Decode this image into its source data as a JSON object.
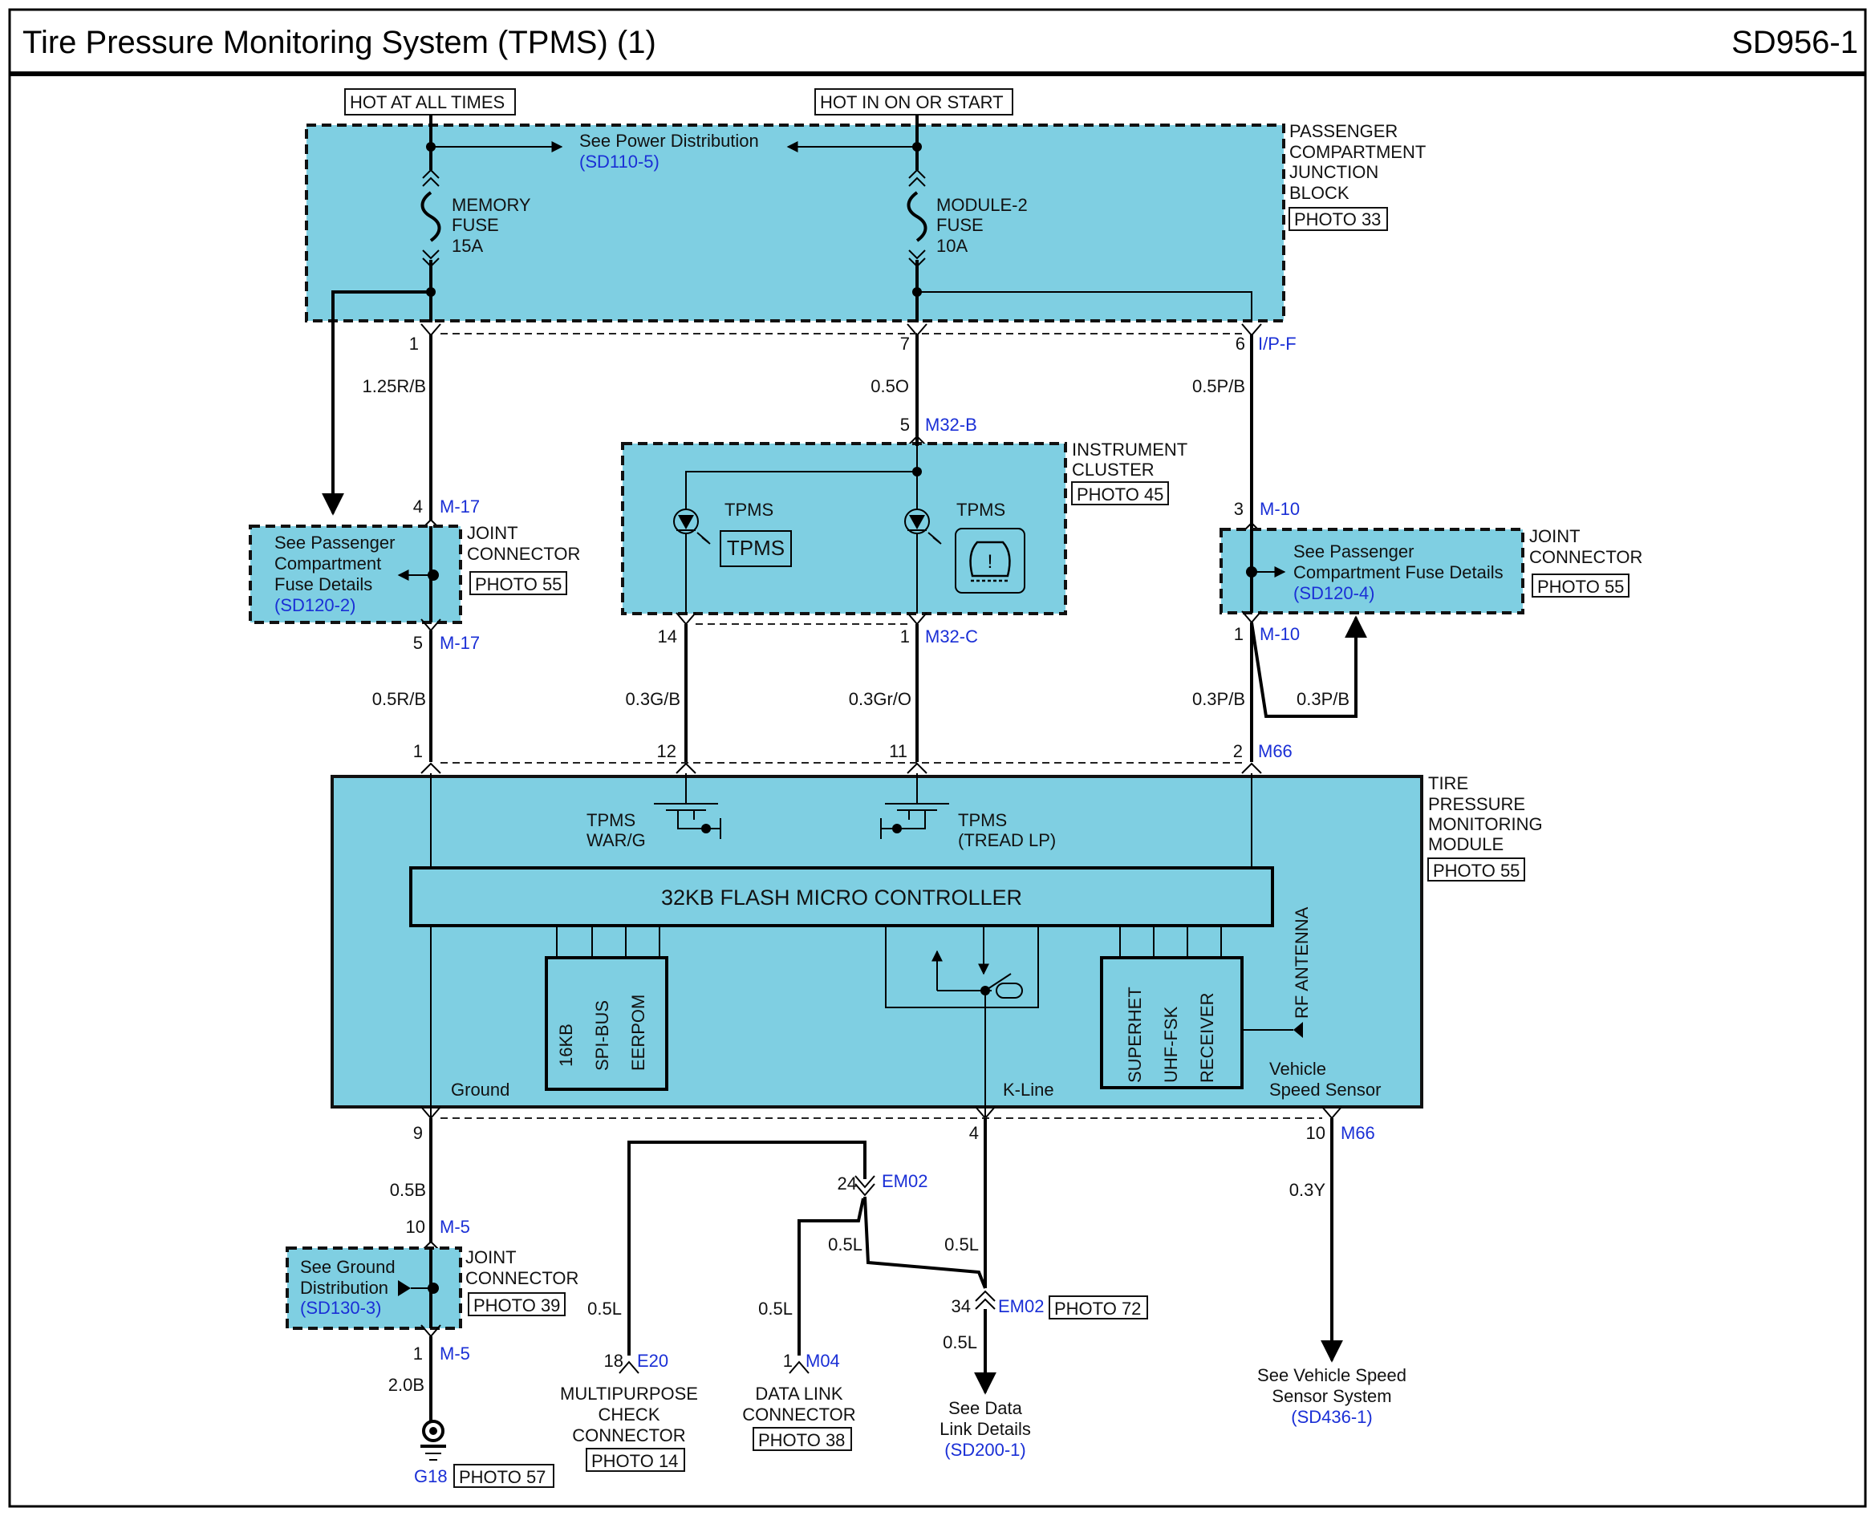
{
  "header": {
    "title": "Tire Pressure Monitoring System (TPMS) (1)",
    "code": "SD956-1"
  },
  "power": {
    "hot_always": "HOT AT ALL TIMES",
    "hot_on": "HOT IN ON OR START",
    "see_power": "See Power Distribution",
    "see_power_ref": "(SD110-5)"
  },
  "jb": {
    "l1": "PASSENGER",
    "l2": "COMPARTMENT",
    "l3": "JUNCTION",
    "l4": "BLOCK",
    "photo": "PHOTO 33"
  },
  "fuse_mem": {
    "l1": "MEMORY",
    "l2": "FUSE",
    "l3": "15A"
  },
  "fuse_mod": {
    "l1": "MODULE-2",
    "l2": "FUSE",
    "l3": "10A"
  },
  "pins": {
    "p1": "1",
    "p7": "7",
    "p6": "6",
    "ipf": "I/P-F",
    "p5a": "5",
    "m32b": "M32-B",
    "p4": "4",
    "m17a": "M-17",
    "p3": "3",
    "m10a": "M-10",
    "p5b": "5",
    "m17b": "M-17",
    "p14": "14",
    "p1b": "1",
    "m32c": "M32-C",
    "p1c": "1",
    "m10b": "M-10",
    "pm1": "1",
    "pm12": "12",
    "pm11": "11",
    "pm2": "2",
    "m66a": "M66",
    "p9": "9",
    "p4b": "4",
    "p10": "10",
    "m66b": "M66",
    "p10b": "10",
    "m5a": "M-5",
    "p1d": "1",
    "m5b": "M-5",
    "p24": "24",
    "em02a": "EM02",
    "p34": "34",
    "em02b": "EM02",
    "p18": "18",
    "e20": "E20",
    "p1e": "1",
    "m04": "M04",
    "g18": "G18"
  },
  "wires": {
    "w1": "1.25R/B",
    "w2": "0.5O",
    "w3": "0.5P/B",
    "w4": "0.5R/B",
    "w5": "0.3G/B",
    "w6": "0.3Gr/O",
    "w7": "0.3P/B",
    "w8": "0.3P/B",
    "w9": "0.5B",
    "w10": "2.0B",
    "w11": "0.3Y",
    "w12": "0.5L",
    "w13": "0.5L",
    "w14": "0.5L",
    "w15": "0.5L",
    "w16": "0.5L"
  },
  "jc_left": {
    "l1": "See Passenger",
    "l2": "Compartment",
    "l3": "Fuse Details",
    "ref": "(SD120-2)",
    "j1": "JOINT",
    "j2": "CONNECTOR",
    "photo": "PHOTO 55"
  },
  "cluster": {
    "l1": "INSTRUMENT",
    "l2": "CLUSTER",
    "photo": "PHOTO 45",
    "tpms1": "TPMS",
    "tpms_box": "TPMS",
    "tpms2": "TPMS",
    "icon": "!"
  },
  "jc_right": {
    "l1": "See Passenger",
    "l2": "Compartment Fuse Details",
    "ref": "(SD120-4)",
    "j1": "JOINT",
    "j2": "CONNECTOR",
    "photo": "PHOTO 55"
  },
  "module": {
    "l1": "TIRE",
    "l2": "PRESSURE",
    "l3": "MONITORING",
    "l4": "MODULE",
    "photo": "PHOTO 55",
    "war1": "TPMS",
    "war2": "WAR/G",
    "tread1": "TPMS",
    "tread2": "(TREAD LP)",
    "mcu": "32KB FLASH MICRO CONTROLLER",
    "mem1": "16KB",
    "mem2": "SPI-BUS",
    "mem3": "EERPOM",
    "rf1": "SUPERHET",
    "rf2": "UHF-FSK",
    "rf3": "RECEIVER",
    "antenna": "RF ANTENNA",
    "ground": "Ground",
    "kline": "K-Line",
    "vss1": "Vehicle",
    "vss2": "Speed Sensor"
  },
  "jc_ground": {
    "l1": "See Ground",
    "l2": "Distribution",
    "ref": "(SD130-3)",
    "j1": "JOINT",
    "j2": "CONNECTOR",
    "photo": "PHOTO 39"
  },
  "bottom": {
    "g_photo": "PHOTO 57",
    "mp1": "MULTIPURPOSE",
    "mp2": "CHECK",
    "mp3": "CONNECTOR",
    "mp_photo": "PHOTO 14",
    "dl1": "DATA LINK",
    "dl2": "CONNECTOR",
    "dl_photo": "PHOTO 38",
    "em_photo": "PHOTO 72",
    "sd1": "See Data",
    "sd2": "Link Details",
    "sd_ref": "(SD200-1)",
    "vs1": "See Vehicle Speed",
    "vs2": "Sensor System",
    "vs_ref": "(SD436-1)"
  }
}
